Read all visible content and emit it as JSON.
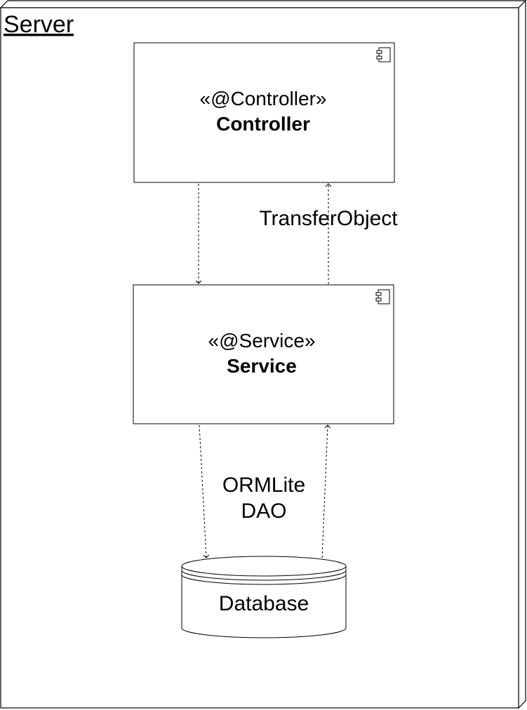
{
  "node": {
    "title": "Server"
  },
  "components": {
    "controller": {
      "stereotype": "«@Controller»",
      "name": "Controller"
    },
    "service": {
      "stereotype": "«@Service»",
      "name": "Service"
    }
  },
  "edges": {
    "transfer_object": "TransferObject",
    "ormlite_line1": "ORMLite",
    "ormlite_line2": "DAO"
  },
  "database": {
    "label": "Database"
  },
  "icons": {
    "component": "uml-component-icon"
  },
  "colors": {
    "stroke": "#000000",
    "background": "#ffffff"
  }
}
